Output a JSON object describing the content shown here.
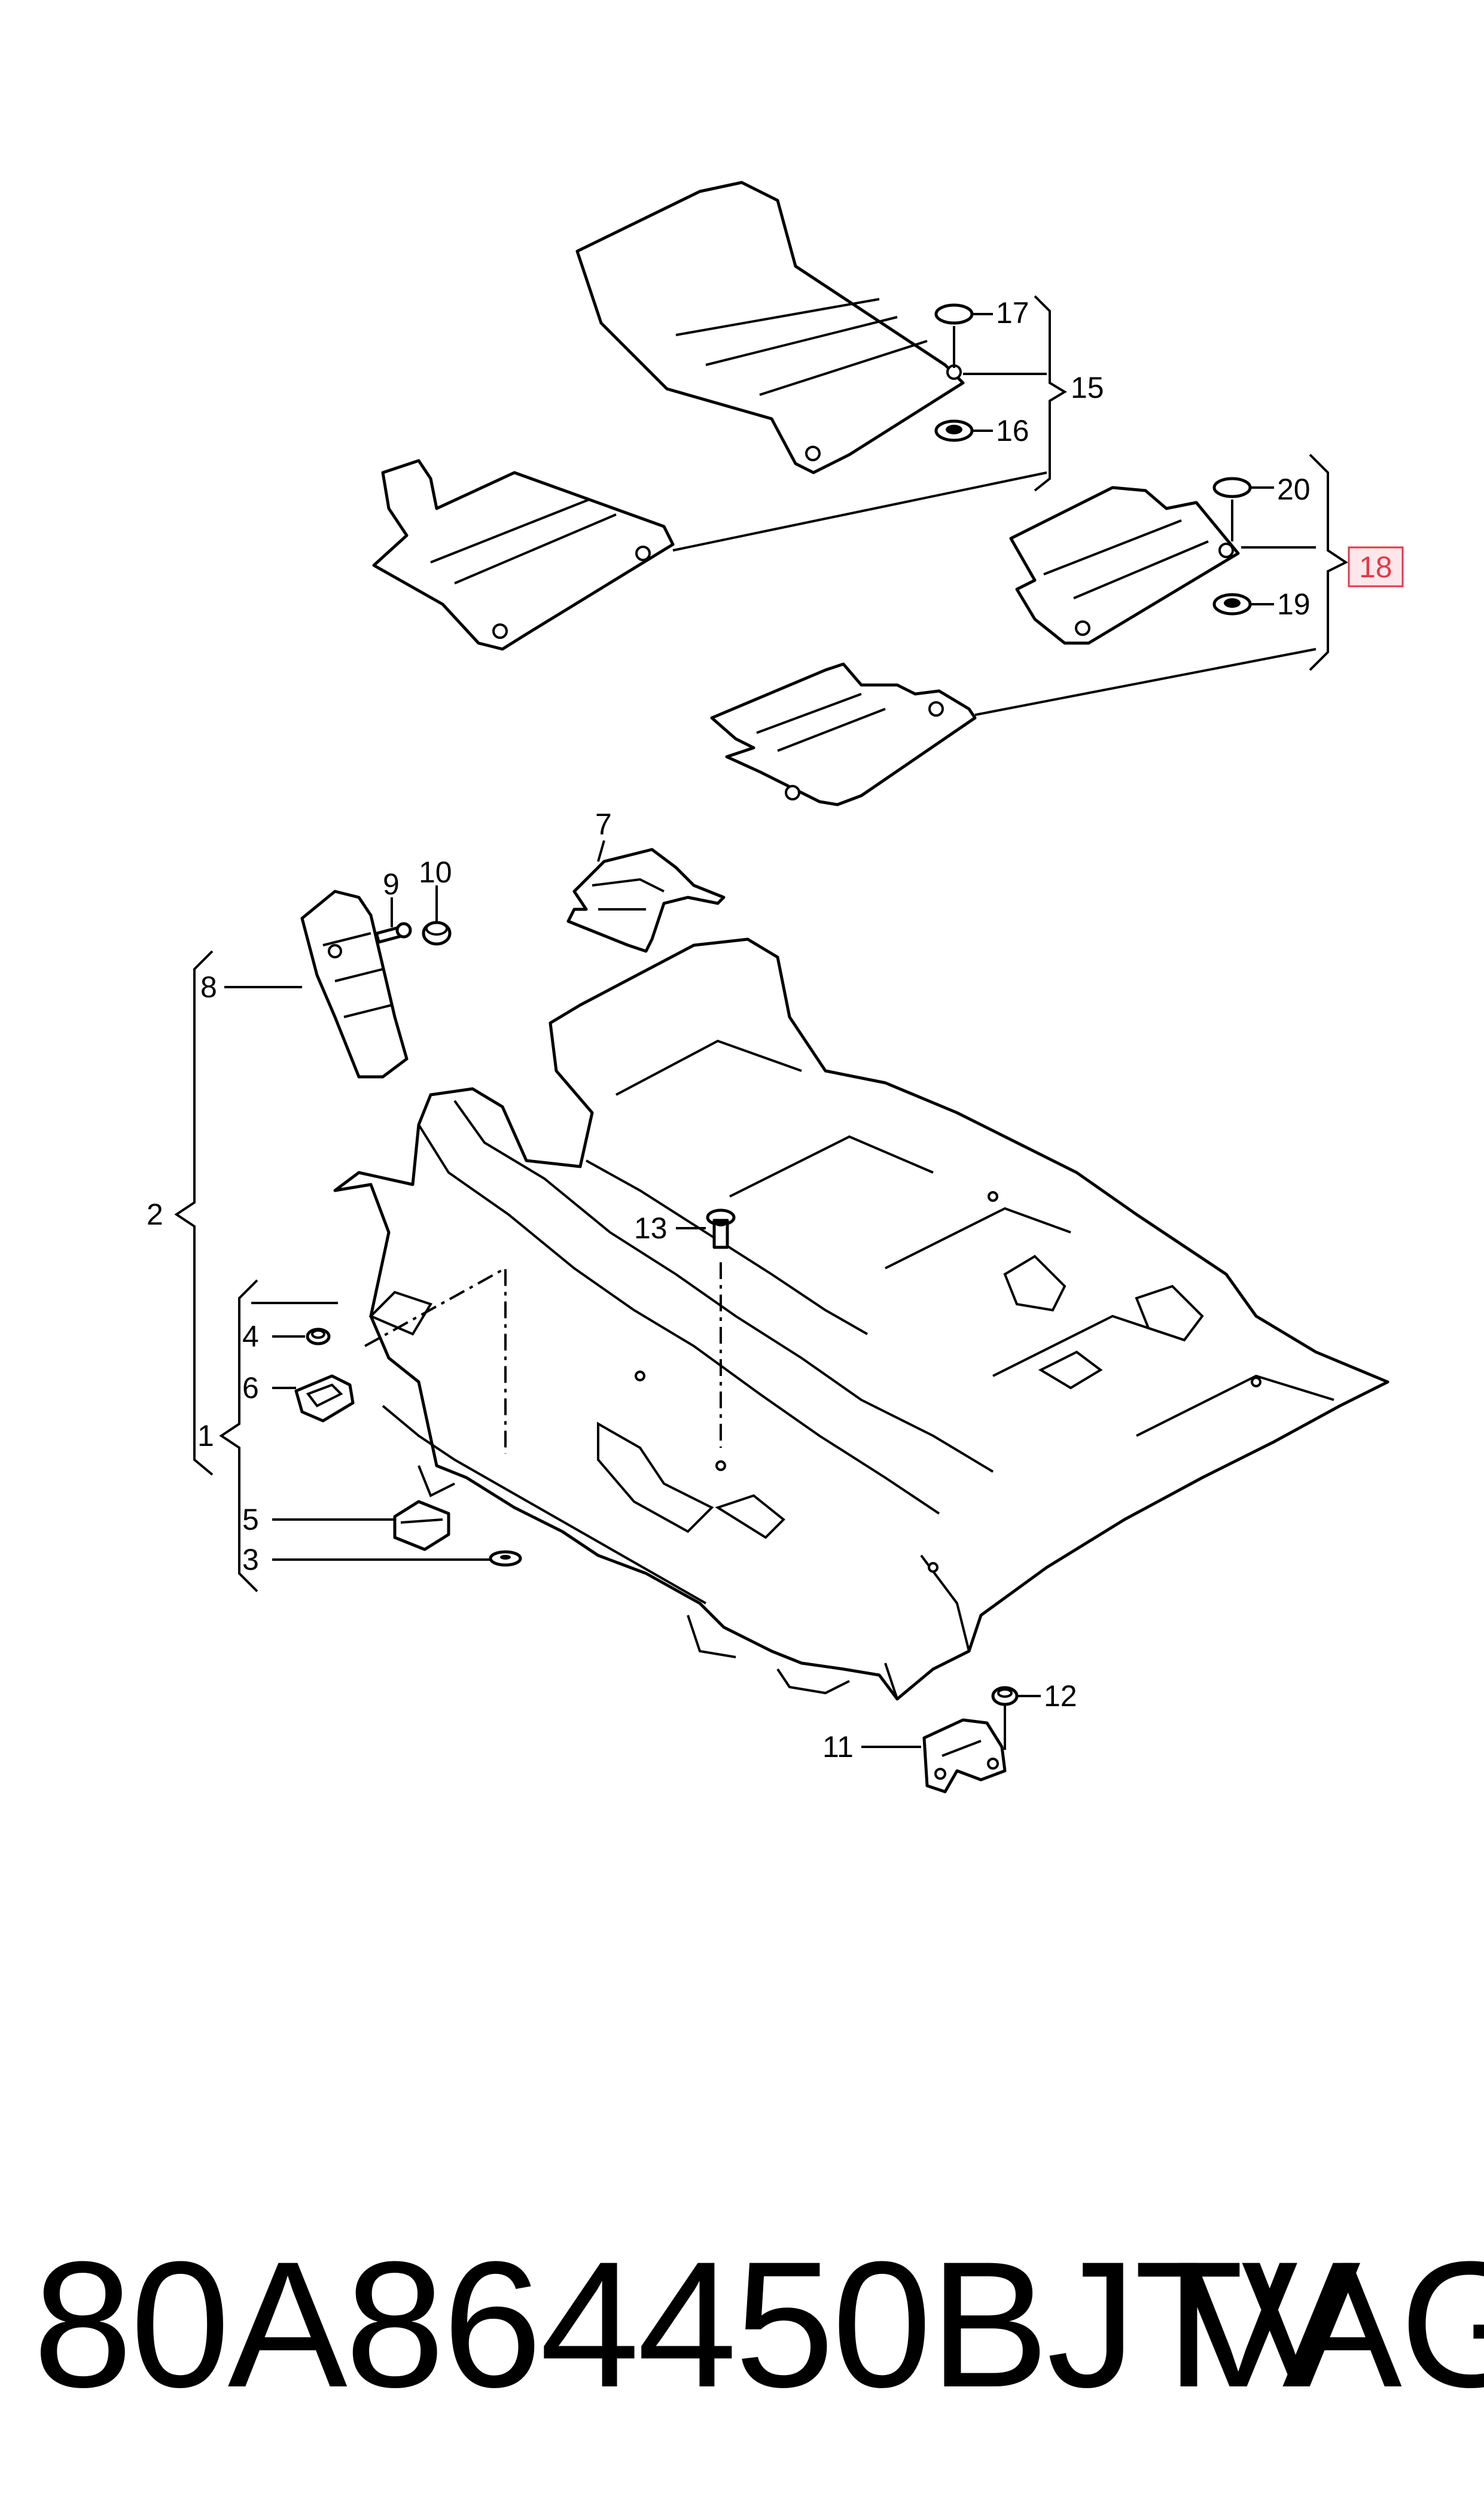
{
  "callouts": [
    "1",
    "2",
    "3",
    "4",
    "5",
    "6",
    "7",
    "8",
    "9",
    "10",
    "11",
    "12",
    "13",
    "15",
    "16",
    "17",
    "19",
    "20"
  ],
  "highlighted_callout": "18",
  "highlight_color": "#e23a4a",
  "footer": {
    "part_number": "80A864450BJTV",
    "brand": "VAG"
  }
}
